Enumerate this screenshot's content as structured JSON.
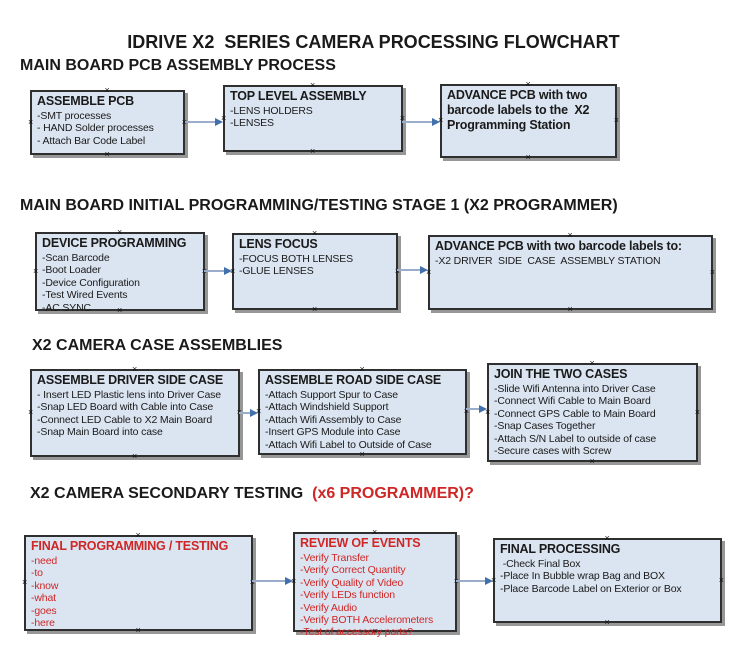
{
  "title": "IDRIVE X2  SERIES CAMERA PROCESSING FLOWCHART",
  "sections": [
    {
      "heading": "MAIN BOARD PCB ASSEMBLY PROCESS"
    },
    {
      "heading": "MAIN BOARD INITIAL PROGRAMMING/TESTING STAGE 1 (X2 PROGRAMMER)"
    },
    {
      "heading": "X2 CAMERA CASE ASSEMBLIES"
    },
    {
      "heading_black": "X2 CAMERA SECONDARY TESTING  ",
      "heading_red": "(x6 PROGRAMMER)?"
    }
  ],
  "boxes": [
    {
      "title": "ASSEMBLE PCB",
      "items": [
        "-SMT processes",
        "- HAND Solder processes",
        "- Attach Bar Code Label"
      ],
      "color": "black"
    },
    {
      "title": "TOP LEVEL ASSEMBLY",
      "items": [
        "-LENS HOLDERS",
        "-LENSES"
      ],
      "color": "black"
    },
    {
      "title": "ADVANCE PCB with two barcode labels to the  X2 Programming Station",
      "items": [],
      "color": "black"
    },
    {
      "title": "DEVICE PROGRAMMING",
      "items": [
        "-Scan Barcode",
        "-Boot Loader",
        "-Device Configuration",
        "-Test Wired Events",
        "-AC SYNC"
      ],
      "color": "black"
    },
    {
      "title": "LENS FOCUS",
      "items": [
        "-FOCUS BOTH LENSES",
        "-GLUE LENSES"
      ],
      "color": "black"
    },
    {
      "title": "ADVANCE PCB with two barcode labels to:",
      "items": [
        "-X2 DRIVER  SIDE  CASE  ASSEMBLY STATION"
      ],
      "color": "black"
    },
    {
      "title": "ASSEMBLE DRIVER SIDE CASE",
      "items": [
        "- Insert LED Plastic lens into Driver Case",
        "-Snap LED Board with Cable into Case",
        "-Connect LED Cable to X2 Main Board",
        "-Snap Main Board into case"
      ],
      "color": "black"
    },
    {
      "title": "ASSEMBLE ROAD SIDE CASE",
      "items": [
        "-Attach Support Spur to Case",
        "-Attach Windshield Support",
        "-Attach Wifi Assembly to Case",
        "-Insert GPS Module into Case",
        "-Attach Wifi Label to Outside of Case"
      ],
      "color": "black"
    },
    {
      "title": "JOIN THE TWO CASES",
      "items": [
        "-Slide Wifi Antenna into Driver Case",
        "-Connect Wifi Cable to Main Board",
        "-Connect GPS Cable to Main Board",
        "-Snap Cases Together",
        "-Attach S/N Label to outside of case",
        "-Secure cases with Screw"
      ],
      "color": "black"
    },
    {
      "title": "FINAL PROGRAMMING / TESTING",
      "items": [
        "-need",
        "-to",
        "-know",
        "-what",
        "-goes",
        "-here"
      ],
      "color": "red"
    },
    {
      "title": "REVIEW OF EVENTS",
      "items": [
        "-Verify Transfer",
        "-Verify Correct Quantity",
        "-Verify Quality of Video",
        "-Verify LEDs function",
        "-Verify Audio",
        "-Verify BOTH Accelerometers",
        "-Test of accessory ports?"
      ],
      "color": "red"
    },
    {
      "title": "FINAL PROCESSING",
      "items": [
        " -Check Final Box",
        "-Place In Bubble wrap Bag and BOX",
        "-Place Barcode Label on Exterior or Box"
      ],
      "color": "black"
    }
  ],
  "colors": {
    "box_fill": "#dbe5f1",
    "box_border": "#2f2f2f",
    "box_shadow": "#979797",
    "connector_line": "#9aadca",
    "connector_arrow": "#4170ad",
    "red_text": "#cf2626",
    "black_text": "#1a1a1a"
  }
}
